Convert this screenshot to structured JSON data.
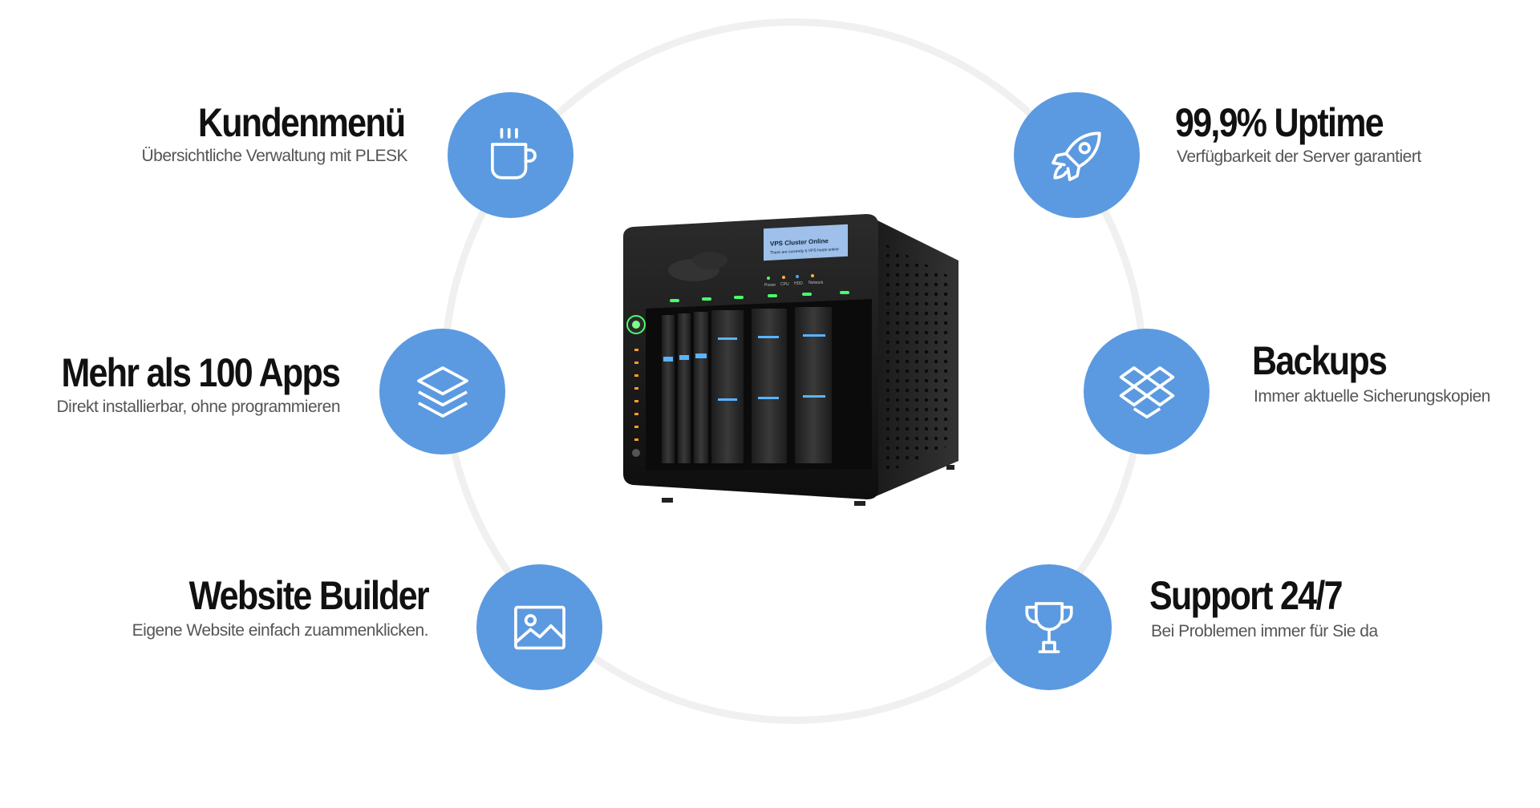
{
  "features": [
    {
      "title": "Kundenmenü",
      "subtitle": "Übersichtliche Verwaltung mit PLESK",
      "icon": "coffee-cup-icon"
    },
    {
      "title": "Mehr als 100 Apps",
      "subtitle": "Direkt installierbar, ohne programmieren",
      "icon": "layers-icon"
    },
    {
      "title": "Website Builder",
      "subtitle": "Eigene Website einfach zuammenklicken.",
      "icon": "image-icon"
    },
    {
      "title": "99,9% Uptime",
      "subtitle": "Verfügbarkeit der Server garantiert",
      "icon": "rocket-icon"
    },
    {
      "title": "Backups",
      "subtitle": "Immer aktuelle Sicherungskopien",
      "icon": "dropbox-icon"
    },
    {
      "title": "Support 24/7",
      "subtitle": "Bei Problemen immer für Sie da",
      "icon": "trophy-icon"
    }
  ],
  "server": {
    "screen_title": "VPS Cluster Online",
    "screen_text": "There are currently 6 VPS hosts online",
    "led_labels": [
      "Power",
      "CPU",
      "HDD",
      "Network"
    ]
  },
  "colors": {
    "accent": "#5b9ae0",
    "ring": "#f0f0f0"
  }
}
